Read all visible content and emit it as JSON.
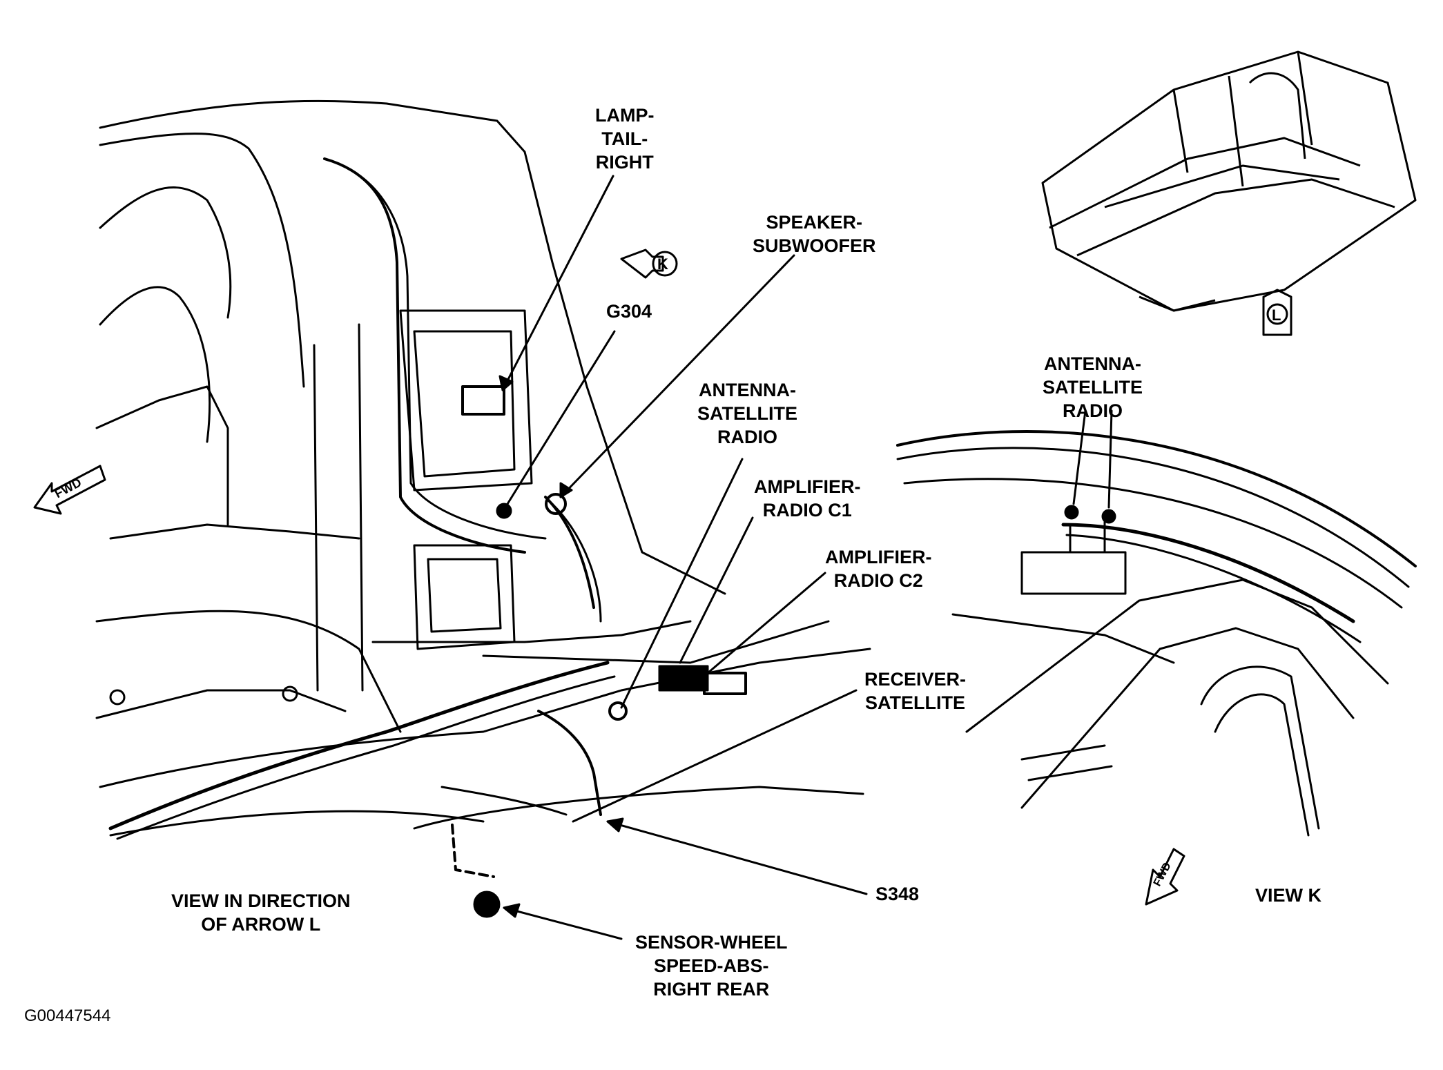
{
  "labels": {
    "lamp": [
      "LAMP-",
      "TAIL-",
      "RIGHT"
    ],
    "speaker": [
      "SPEAKER-",
      "SUBWOOFER"
    ],
    "g304": [
      "G304"
    ],
    "antenna_left": [
      "ANTENNA-",
      "SATELLITE",
      "RADIO"
    ],
    "amp_c1": [
      "AMPLIFIER-",
      "RADIO C1"
    ],
    "amp_c2": [
      "AMPLIFIER-",
      "RADIO C2"
    ],
    "receiver": [
      "RECEIVER-",
      "SATELLITE"
    ],
    "s348": [
      "S348"
    ],
    "sensor": [
      "SENSOR-WHEEL",
      "SPEED-ABS-",
      "RIGHT REAR"
    ],
    "view_arrow": [
      "VIEW IN DIRECTION",
      "OF ARROW L"
    ],
    "antenna_right": [
      "ANTENNA-",
      "SATELLITE",
      "RADIO"
    ],
    "view_k": [
      "VIEW K"
    ]
  },
  "markers": {
    "arrow_k": "K",
    "arrow_l": "L",
    "fwd_left": "FWD",
    "fwd_right": "FWD"
  },
  "figure_id": "G00447544"
}
